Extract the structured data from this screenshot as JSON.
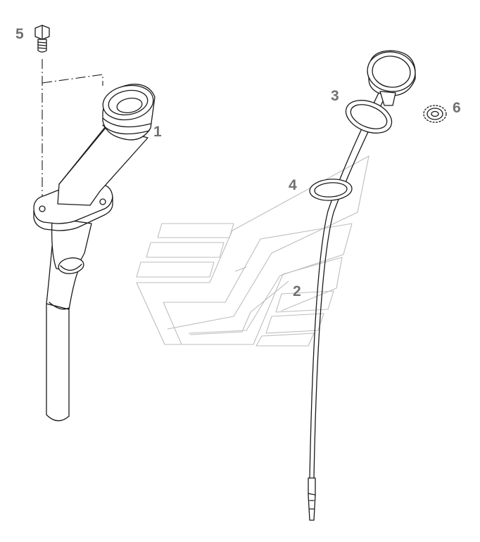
{
  "diagram": {
    "callouts": [
      {
        "id": "1",
        "label": "1"
      },
      {
        "id": "2",
        "label": "2"
      },
      {
        "id": "3",
        "label": "3"
      },
      {
        "id": "4",
        "label": "4"
      },
      {
        "id": "5",
        "label": "5"
      },
      {
        "id": "6",
        "label": "6"
      }
    ],
    "colors": {
      "line": "#1a1a1a",
      "callout": "#707070",
      "watermark": "#bdbdbd",
      "background": "#ffffff"
    }
  }
}
